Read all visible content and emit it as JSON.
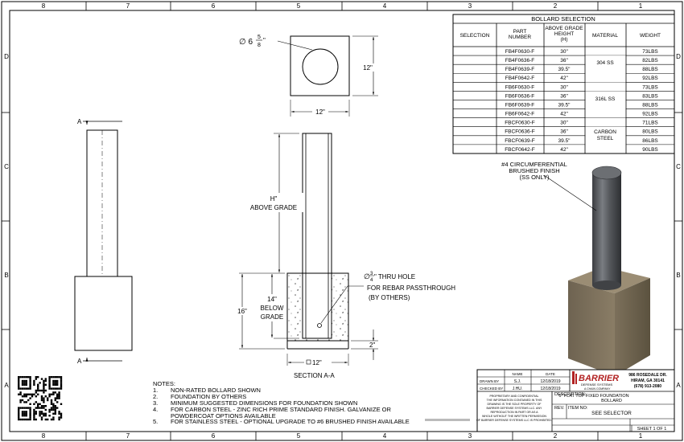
{
  "border": {
    "cols": [
      "8",
      "7",
      "6",
      "5",
      "4",
      "3",
      "2",
      "1"
    ],
    "rows": [
      "D",
      "C",
      "B",
      "A"
    ]
  },
  "top_view": {
    "hole_dim": "∅ 6",
    "hole_frac_num": "5",
    "hole_frac_den": "8",
    "hole_inch": "\"",
    "width": "12\"",
    "height": "12\""
  },
  "section": {
    "above_label_1": "H\"",
    "above_label_2": "ABOVE GRADE",
    "below_1": "14\"",
    "below_2": "BELOW",
    "below_3": "GRADE",
    "overall_below": "16\"",
    "base_dim": "2\"",
    "width_dim": "12\"",
    "thru_hole_prefix": "∅",
    "thru_frac_num": "3",
    "thru_frac_den": "4",
    "thru_hole_suffix": "\" THRU HOLE",
    "rebar_1": "FOR REBAR PASSTHROUGH",
    "rebar_2": "(BY OTHERS)",
    "title": "SECTION A-A",
    "cut": "A"
  },
  "callout": {
    "line1": "#4 CIRCUMFERENTIAL",
    "line2": "BRUSHED FINISH",
    "line3": "(SS ONLY)"
  },
  "table": {
    "title": "BOLLARD SELECTION",
    "headers": [
      "SELECTION",
      "PART NUMBER",
      "ABOVE GRADE HEIGHT (H)",
      "MATERIAL",
      "WEIGHT"
    ],
    "rows": [
      [
        "FB4F0630-F",
        "30\"",
        "73LBS"
      ],
      [
        "FB4F0636-F",
        "36\"",
        "82LBS"
      ],
      [
        "FB4F0639-F",
        "39.5\"",
        "88LBS"
      ],
      [
        "FB4F0642-F",
        "42\"",
        "92LBS"
      ],
      [
        "FB6F0630-F",
        "30\"",
        "73LBS"
      ],
      [
        "FB6F0636-F",
        "36\"",
        "83LBS"
      ],
      [
        "FB6F0639-F",
        "39.5\"",
        "88LBS"
      ],
      [
        "FB6F0642-F",
        "42\"",
        "92LBS"
      ],
      [
        "FBCF0630-F",
        "30\"",
        "71LBS"
      ],
      [
        "FBCF0636-F",
        "36\"",
        "80LBS"
      ],
      [
        "FBCF0639-F",
        "39.5\"",
        "86LBS"
      ],
      [
        "FBCF0642-F",
        "42\"",
        "90LBS"
      ]
    ],
    "materials": [
      "304 SS",
      "316L SS",
      "CARBON",
      "STEEL"
    ]
  },
  "notes": {
    "title": "NOTES:",
    "items": [
      "NON-RATED BOLLARD SHOWN",
      "FOUNDATION BY OTHERS",
      "MINIMUM SUGGESTED DIMENSIONS FOR FOUNDATION SHOWN",
      "FOR CARBON STEEL - ZINC RICH PRIME STANDARD FINISH. GALVANIZE OR",
      "POWDERCOAT OPTIONS AVAILABLE",
      "FOR STAINLESS STEEL - OPTIONAL UPGRADE TO #6 BRUSHED FINISH AVAILABLE"
    ],
    "nums": [
      "1.",
      "2.",
      "3.",
      "4.",
      "",
      "5."
    ]
  },
  "title_block": {
    "name_h": "NAME",
    "date_h": "DATE",
    "drawn_by": "DRAWN BY",
    "checked_by": "CHECKED BY",
    "drawn_name": "S.J.",
    "checked_name": "J.HU.",
    "drawn_date": "12/18/2019",
    "checked_date": "12/18/2019",
    "brand": "BARRIER",
    "brand_sub": "DEFENSE SYSTEMS",
    "brand_tag": "A CHAIN COMPANY",
    "address1": "986 ROSEDALE DR.",
    "address2": "HIRAM, GA 30141",
    "phone": "(678) 913-2080",
    "description_label": "DESCRIPTION:",
    "description1": "6\" FLAT TOP FIXED FOUNDATION",
    "description2": "BOLLARD",
    "rev": "REV.",
    "item_no": "ITEM NO:",
    "item_value": "SEE SELECTOR",
    "sheet": "SHEET 1 OF 1",
    "prop1": "PROPRIETARY AND CONFIDENTIAL",
    "prop2": "THE INFORMATION CONTAINED IN THIS",
    "prop3": "DRAWING IS THE SOLE PROPERTY OF",
    "prop4": "BARRIER DEFENSE SYSTEMS LLC. ANY",
    "prop5": "REPRODUCTION IN PART OR AS A",
    "prop6": "WHOLE WITHOUT THE WRITTEN PERMISSION",
    "prop7": "OF BARRIER DEFENSE SYSTEMS LLC IS PROHIBITED."
  }
}
